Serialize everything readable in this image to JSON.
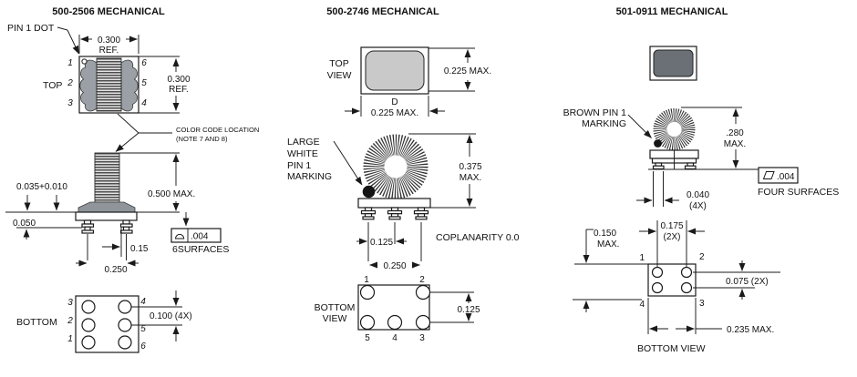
{
  "colors": {
    "line": "#1a1a1a",
    "panel1_core_fill": "#9aa0a5",
    "panel1_winding_stripe": "#4d4d4d",
    "panel2_top_fill": "#c9c9c9",
    "panel3_top_fill": "#6a7076",
    "marking_dot": "#151515"
  },
  "panels": [
    {
      "title": "500-2506 MECHANICAL",
      "top_view": {
        "label": "TOP",
        "pin1_label": "PIN 1 DOT",
        "pins_left": [
          "1",
          "2",
          "3"
        ],
        "pins_right": [
          "6",
          "5",
          "4"
        ],
        "width_dim": [
          "0.300",
          "REF."
        ],
        "height_dim": [
          "0.300",
          "REF."
        ],
        "callout": [
          "COLOR CODE LOCATION",
          "(NOTE 7 AND 8)"
        ]
      },
      "side_view": {
        "lead_dim": "0.035+0.010",
        "standoff_dim": "0.050",
        "height_dim": "0.500 MAX.",
        "pin_dim": "0.15",
        "pitch_dim": "0.250",
        "gdt_symbol": "profile-of-a-surface",
        "gdt_value": ".004",
        "gdt_note": "6SURFACES"
      },
      "bottom_view": {
        "label": "BOTTOM",
        "pins_left": [
          "3",
          "2",
          "1"
        ],
        "pins_right": [
          "4",
          "5",
          "6"
        ],
        "pitch_dim": "0.100 (4X)"
      }
    },
    {
      "title": "500-2746 MECHANICAL",
      "top_view": {
        "label": [
          "TOP",
          "VIEW"
        ],
        "height_dim": "0.225 MAX.",
        "width_dim": [
          "D",
          "0.225 MAX."
        ]
      },
      "side_view": {
        "marking_label": [
          "LARGE",
          "WHITE",
          "PIN 1",
          "MARKING"
        ],
        "height_dim": [
          "0.375",
          "MAX."
        ],
        "pin_pitch_dim": "0.125",
        "row_pitch_dim": "0.250",
        "coplanarity": "COPLANARITY 0.0"
      },
      "bottom_view": {
        "label": [
          "BOTTOM",
          "VIEW"
        ],
        "pins_top": [
          "1",
          "2"
        ],
        "pins_bottom": [
          "5",
          "4",
          "3"
        ],
        "row_dim": "0.125"
      }
    },
    {
      "title": "501-0911 MECHANICAL",
      "side_view": {
        "marking_label": [
          "BROWN PIN 1",
          "MARKING"
        ],
        "height_dim": [
          ".280",
          "MAX."
        ],
        "pin_width_dim": [
          "0.040",
          "(4X)"
        ],
        "gdt_symbol": "flatness",
        "gdt_value": ".004",
        "gdt_note": "FOUR SURFACES"
      },
      "bottom_view": {
        "label": "BOTTOM VIEW",
        "pins": [
          "1",
          "2",
          "3",
          "4"
        ],
        "col_pitch_dim": [
          "0.175",
          "(2X)"
        ],
        "edge_dim": [
          "0.150",
          "MAX."
        ],
        "row_pitch_dim": "0.075 (2X)",
        "width_dim": "0.235 MAX."
      }
    }
  ]
}
